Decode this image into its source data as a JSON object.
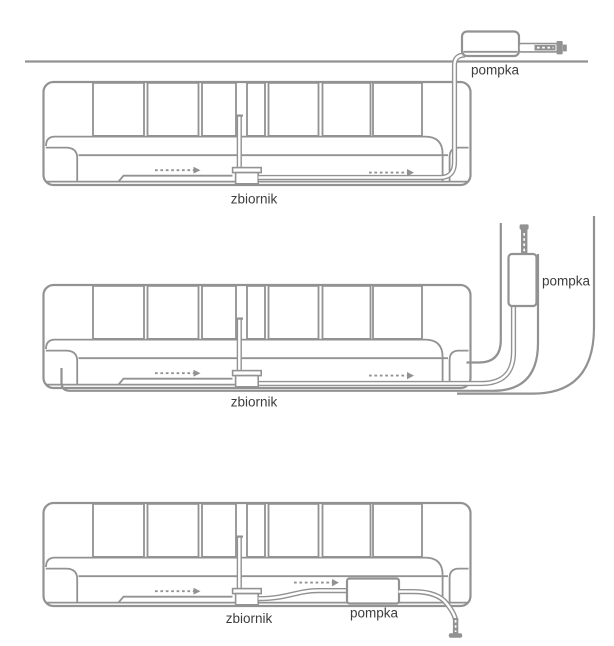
{
  "colors": {
    "line": "#929292",
    "label_text": "#3d3d3d",
    "background": "#ffffff"
  },
  "diagrams": [
    {
      "name": "pump-outside-on-windowsill",
      "pump_label": "pompka",
      "tank_label": "zbiornik"
    },
    {
      "name": "pump-mounted-on-right-wall",
      "pump_label": "pompka",
      "tank_label": "zbiornik"
    },
    {
      "name": "pump-inside-trough",
      "pump_label": "pompka",
      "tank_label": "zbiornik"
    }
  ]
}
